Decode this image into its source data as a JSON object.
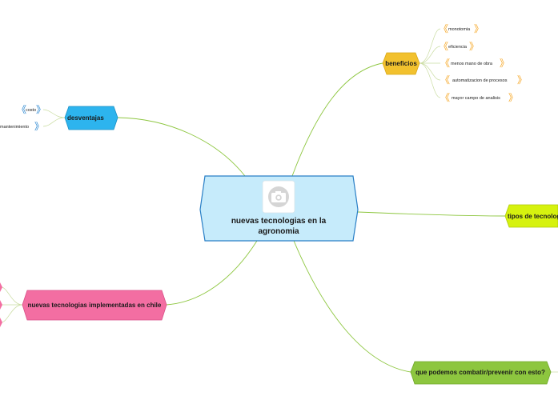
{
  "central": {
    "title_line1": "nuevas tecnologias en la",
    "title_line2": "agronomia",
    "icon": "camera-icon"
  },
  "colors": {
    "central_fill": "#c6ebfb",
    "central_stroke": "#2a7fc6",
    "link": "#8dc63f",
    "beneficios": "#f2c12e",
    "desventajas": "#2db4ee",
    "tipos": "#d6f20f",
    "chile": "#f36ea2",
    "combatir": "#8dc63f",
    "bracket_orange": "#f5a623",
    "bracket_blue": "#2a86d0"
  },
  "branches": {
    "beneficios": {
      "label": "beneficios",
      "items": [
        "monotomia",
        "eficiencia",
        "menos mano de obra",
        "automatizacion de procesos",
        "mayor campo de analisis"
      ]
    },
    "desventajas": {
      "label": "desventajas",
      "items": [
        "costo",
        "mantenimiento"
      ]
    },
    "tipos": {
      "label": "tipos de tecnologias"
    },
    "chile": {
      "label": "nuevas tecnologias implementadas en chile"
    },
    "combatir": {
      "label": "que podemos combatir/prevenir con esto?"
    }
  }
}
